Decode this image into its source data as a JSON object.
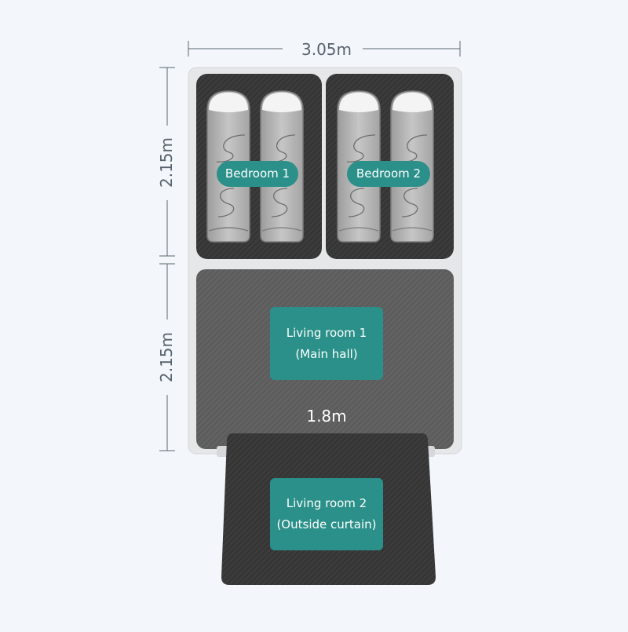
{
  "dimensions": {
    "top_width": "3.05m",
    "left_upper": "2.15m",
    "left_lower": "2.15m",
    "inner_width": "1.8m"
  },
  "rooms": {
    "bedroom_1": "Bedroom 1",
    "bedroom_2": "Bedroom 2",
    "living_room_1": {
      "title": "Living room 1",
      "subtitle": "(Main hall)"
    },
    "living_room_2": {
      "title": "Living room 2",
      "subtitle": "(Outside curtain)"
    }
  },
  "colors": {
    "background": "#f3f7fc",
    "frame": "#e6e7e9",
    "dark_mat": "#3a3a3a",
    "living_mat": "#5c5c5c",
    "label": "#2a9089",
    "dimension_text": "#58626c"
  }
}
